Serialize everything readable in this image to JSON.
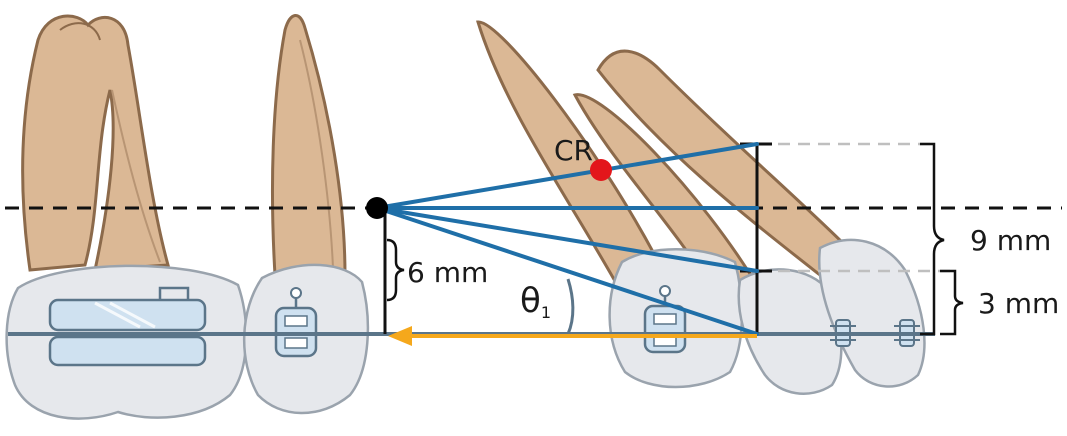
{
  "labels": {
    "center_of_resistance": "CR",
    "vertical_distance": "6 mm",
    "upper_distance": "9 mm",
    "lower_distance": "3 mm",
    "angle_symbol": "θ",
    "angle_subscript": "1"
  },
  "colors": {
    "force_line": "#1f6fa8",
    "force_arrow": "#f5a81c",
    "center_of_resistance": "#e3161b",
    "origin_point": "#000000",
    "occlusal_line": "#5b7589",
    "root": "#dbb895",
    "crown": "#e6e8ec"
  },
  "icons": {
    "molar": "molar-tooth-icon",
    "premolar": "premolar-tooth-icon",
    "bracket": "orthodontic-bracket-icon"
  }
}
